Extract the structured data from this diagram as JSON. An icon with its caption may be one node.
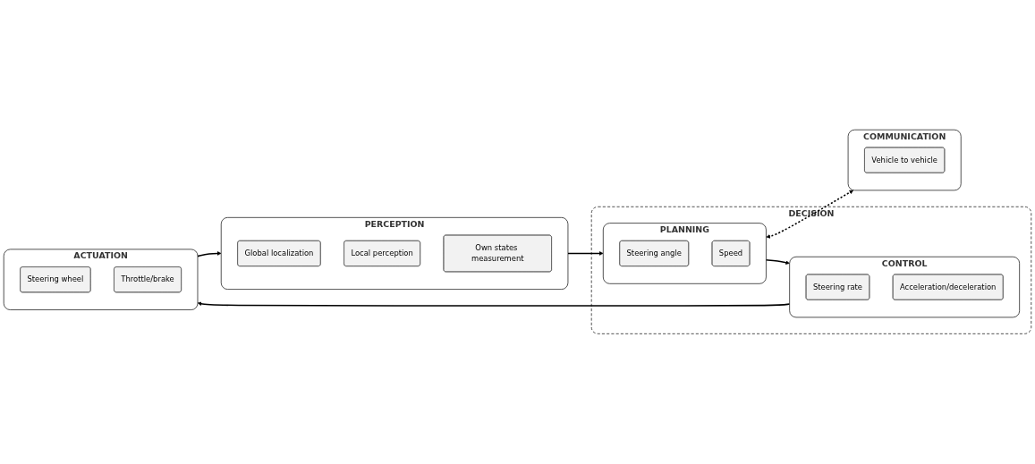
{
  "diagram": {
    "nodes": [
      {
        "text": [
          "PERCEPTION"
        ]
      },
      {
        "text": [
          "Global localization"
        ],
        "in": 0
      },
      {
        "text": [
          "Local perception"
        ],
        "in": 0
      },
      {
        "text": [
          "Own states measurement"
        ],
        "in": 0
      },
      {
        "text": [
          "DECISION"
        ]
      },
      {
        "text": [
          "PLANNING"
        ],
        "in": 4
      },
      {
        "text": [
          "Steering angle"
        ],
        "in": 5
      },
      {
        "text": [
          "Speed"
        ],
        "in": 5
      },
      {
        "text": [
          "COMMUNICATION"
        ]
      },
      {
        "text": [
          "Vehicle to vehicle"
        ],
        "in": 8
      },
      {
        "text": [
          "ACTUATION"
        ]
      },
      {
        "text": [
          "Steering wheel"
        ],
        "in": 10
      },
      {
        "text": [
          "Throttle/brake"
        ],
        "in": 10
      },
      {
        "text": [
          "CONTROL"
        ],
        "in": 4
      },
      {
        "text": [
          "Steering rate"
        ],
        "in": 13
      },
      {
        "text": [
          "Acceleration/deceleration"
        ],
        "in": 13
      }
    ],
    "edges": [
      {
        "from": 0,
        "to": 5,
        "arrow": "to"
      },
      {
        "from": 5,
        "to": 8,
        "arrow": "both",
        "style": "dashed"
      },
      {
        "from": 5,
        "to": 13,
        "arrow": "to"
      },
      {
        "from": 13,
        "to": 10,
        "arrow": "to"
      },
      {
        "from": 10,
        "to": 0,
        "arrow": "to"
      }
    ]
  }
}
